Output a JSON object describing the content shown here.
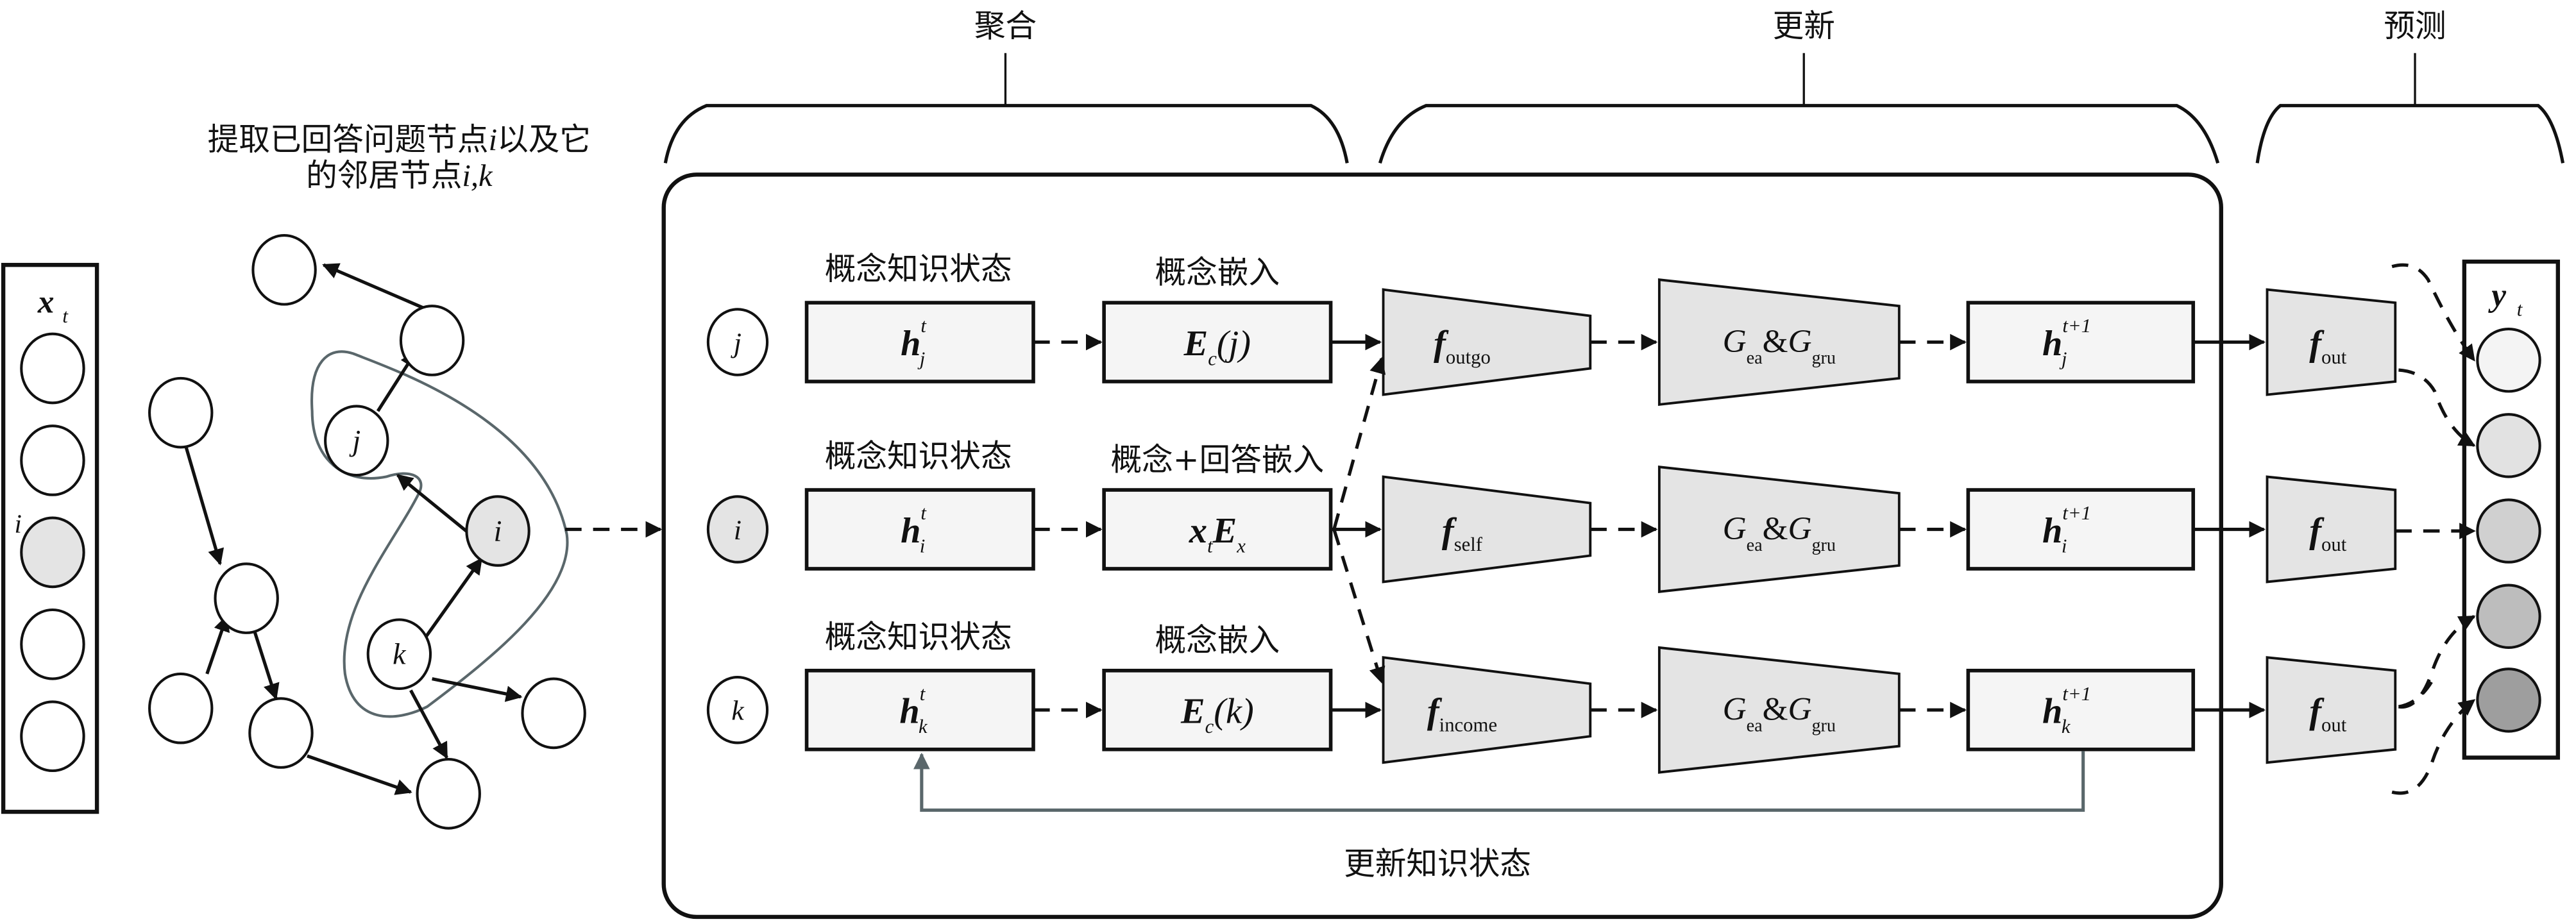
{
  "sections": {
    "aggregate": "聚合",
    "update": "更新",
    "predict": "预测"
  },
  "extract_caption": {
    "line1_prefix": "提取已回答问题节点",
    "line1_var": "i",
    "line1_suffix": "以及它",
    "line2_prefix": "的邻居节点",
    "line2_vars": "i,k"
  },
  "input_vector": {
    "label": "x",
    "subscript": "t",
    "highlight_label": "i",
    "cells": 5,
    "highlight_index": 2
  },
  "graph": {
    "node_labels": {
      "j": "j",
      "i": "i",
      "k": "k"
    }
  },
  "rows": [
    {
      "node": "j",
      "state_caption": "概念知识状态",
      "state": {
        "base": "h",
        "sup": "t",
        "sub": "j"
      },
      "embed_caption": "概念嵌入",
      "embed": {
        "base": "E",
        "sub": "c",
        "arg": "(j)"
      },
      "f": {
        "base": "f",
        "sub": "outgo"
      },
      "g": {
        "g1": "G",
        "g1sub": "ea",
        "amp": "&",
        "g2": "G",
        "g2sub": "gru"
      },
      "next": {
        "base": "h",
        "sup": "t+1",
        "sub": "j"
      },
      "out": {
        "base": "f",
        "sub": "out"
      }
    },
    {
      "node": "i",
      "state_caption": "概念知识状态",
      "state": {
        "base": "h",
        "sup": "t",
        "sub": "i"
      },
      "embed_caption": "概念+回答嵌入",
      "embed": {
        "base": "x",
        "sub": "t",
        "base2": "E",
        "sub2": "x"
      },
      "f": {
        "base": "f",
        "sub": "self"
      },
      "g": {
        "g1": "G",
        "g1sub": "ea",
        "amp": "&",
        "g2": "G",
        "g2sub": "gru"
      },
      "next": {
        "base": "h",
        "sup": "t+1",
        "sub": "i"
      },
      "out": {
        "base": "f",
        "sub": "out"
      }
    },
    {
      "node": "k",
      "state_caption": "概念知识状态",
      "state": {
        "base": "h",
        "sup": "t",
        "sub": "k"
      },
      "embed_caption": "概念嵌入",
      "embed": {
        "base": "E",
        "sub": "c",
        "arg": "(k)"
      },
      "f": {
        "base": "f",
        "sub": "income"
      },
      "g": {
        "g1": "G",
        "g1sub": "ea",
        "amp": "&",
        "g2": "G",
        "g2sub": "gru"
      },
      "next": {
        "base": "h",
        "sup": "t+1",
        "sub": "k"
      },
      "out": {
        "base": "f",
        "sub": "out"
      }
    }
  ],
  "feedback_label": "更新知识状态",
  "output_vector": {
    "label": "y",
    "subscript": "t",
    "cell_fills": [
      "#f4f4f4",
      "#e2e2e2",
      "#d0d0d0",
      "#bdbdbd",
      "#9e9e9e"
    ]
  }
}
